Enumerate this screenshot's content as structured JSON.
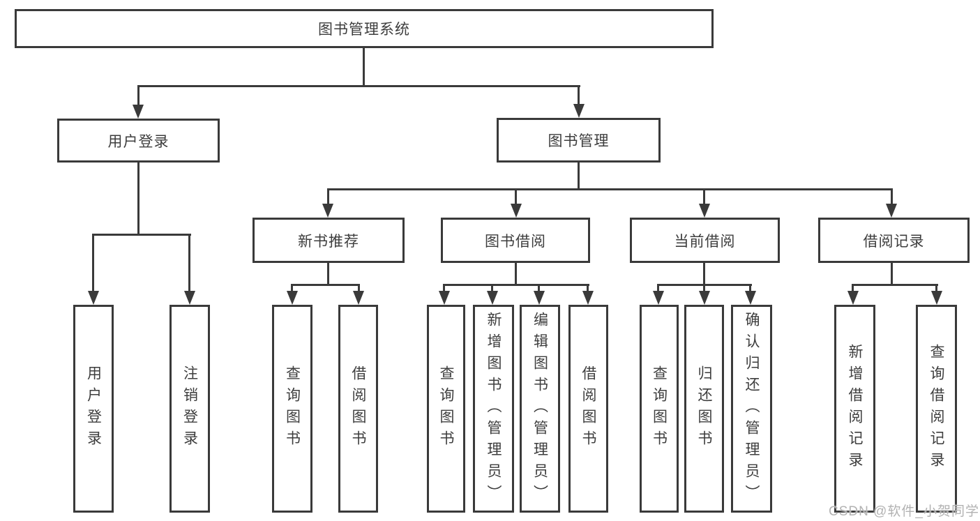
{
  "root": {
    "label": "图书管理系统"
  },
  "user_login": {
    "label": "用户登录",
    "children": [
      {
        "label": "用户登录"
      },
      {
        "label": "注销登录"
      }
    ]
  },
  "book_mgmt": {
    "label": "图书管理"
  },
  "modules": [
    {
      "label": "新书推荐",
      "children": [
        {
          "label": "查询图书"
        },
        {
          "label": "借阅图书"
        }
      ]
    },
    {
      "label": "图书借阅",
      "children": [
        {
          "label": "查询图书"
        },
        {
          "label": "新增图书（管理员）"
        },
        {
          "label": "编辑图书（管理员）"
        },
        {
          "label": "借阅图书"
        }
      ]
    },
    {
      "label": "当前借阅",
      "children": [
        {
          "label": "查询图书"
        },
        {
          "label": "归还图书"
        },
        {
          "label": "确认归还（管理员）"
        }
      ]
    },
    {
      "label": "借阅记录",
      "children": [
        {
          "label": "新增借阅记录"
        },
        {
          "label": "查询借阅记录"
        }
      ]
    }
  ],
  "watermark": "CSDN @软件_小贺同学",
  "colors": {
    "line": "#3a3a3a",
    "text": "#3d3d3d",
    "watermark": "#b2b2b2",
    "background": "#ffffff"
  }
}
